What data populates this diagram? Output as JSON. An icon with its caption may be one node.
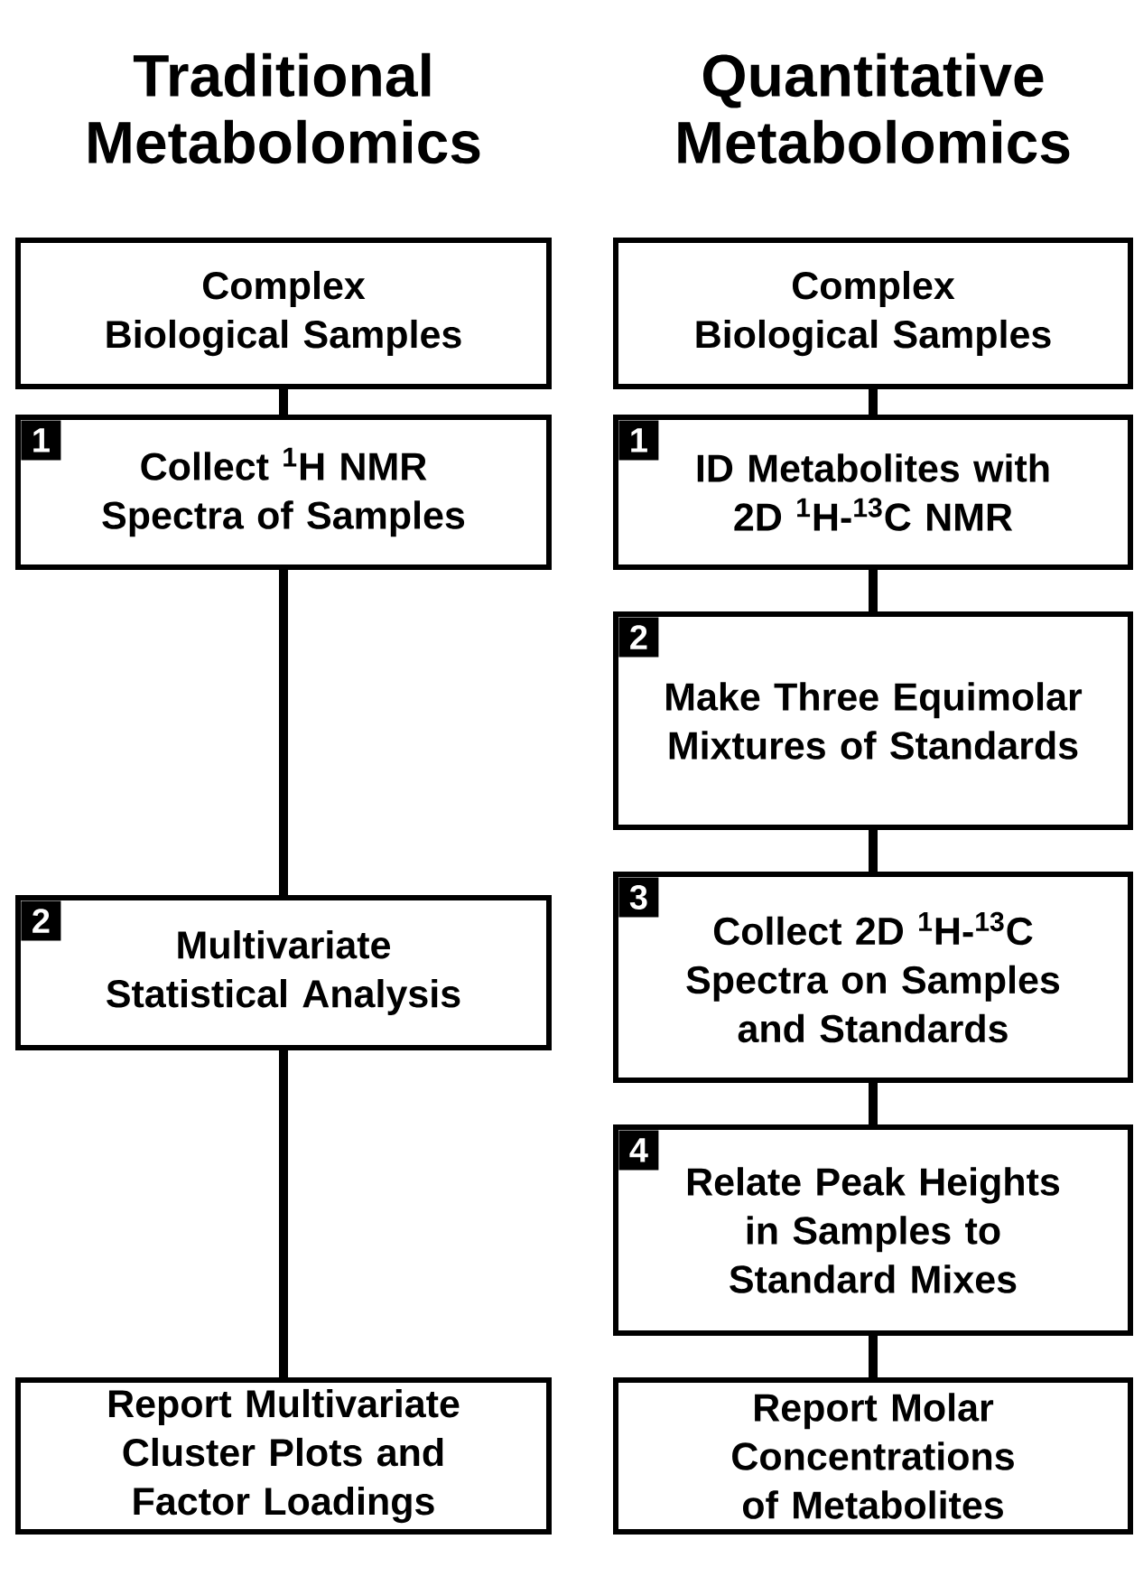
{
  "diagram": {
    "nodes": [
      {
        "text": [
          "Complex Biological Samples"
        ]
      },
      {
        "text": [
          "1",
          "Collect $^{1}$H NMR Spectra of Samples"
        ]
      },
      {
        "text": [
          "2",
          "Multivariate Statistical Analysis"
        ]
      },
      {
        "text": [
          "Report Multivariate Cluster Plots and Factor Loadings"
        ]
      },
      {
        "text": [
          "Complex Biological Samples"
        ]
      },
      {
        "text": [
          "1",
          "ID Metabolites with 2D $^{1}$H-$^{13}$C NMR"
        ]
      },
      {
        "text": [
          "2",
          "Make Three Equimolar Mixtures of Standards"
        ]
      },
      {
        "text": [
          "3",
          "Collect 2D $^{1}$H-$^{13}$C Spectra on Samples and Standards"
        ]
      },
      {
        "text": [
          "4",
          "Relate Peak Heights in Samples to Standard Mixes"
        ]
      },
      {
        "text": [
          "Report Molar Concentrations of Metabolites"
        ]
      }
    ],
    "edges": [
      {
        "from": 0,
        "to": 1,
        "arrow": "none"
      },
      {
        "from": 1,
        "to": 2,
        "arrow": "none"
      },
      {
        "from": 2,
        "to": 3,
        "arrow": "none"
      },
      {
        "from": 4,
        "to": 5,
        "arrow": "none"
      },
      {
        "from": 5,
        "to": 6,
        "arrow": "none"
      },
      {
        "from": 6,
        "to": 7,
        "arrow": "none"
      },
      {
        "from": 7,
        "to": 8,
        "arrow": "none"
      },
      {
        "from": 8,
        "to": 9,
        "arrow": "none"
      }
    ],
    "labels": [
      "Traditional Metabolomics",
      "Quantitative Metabolomics"
    ]
  }
}
